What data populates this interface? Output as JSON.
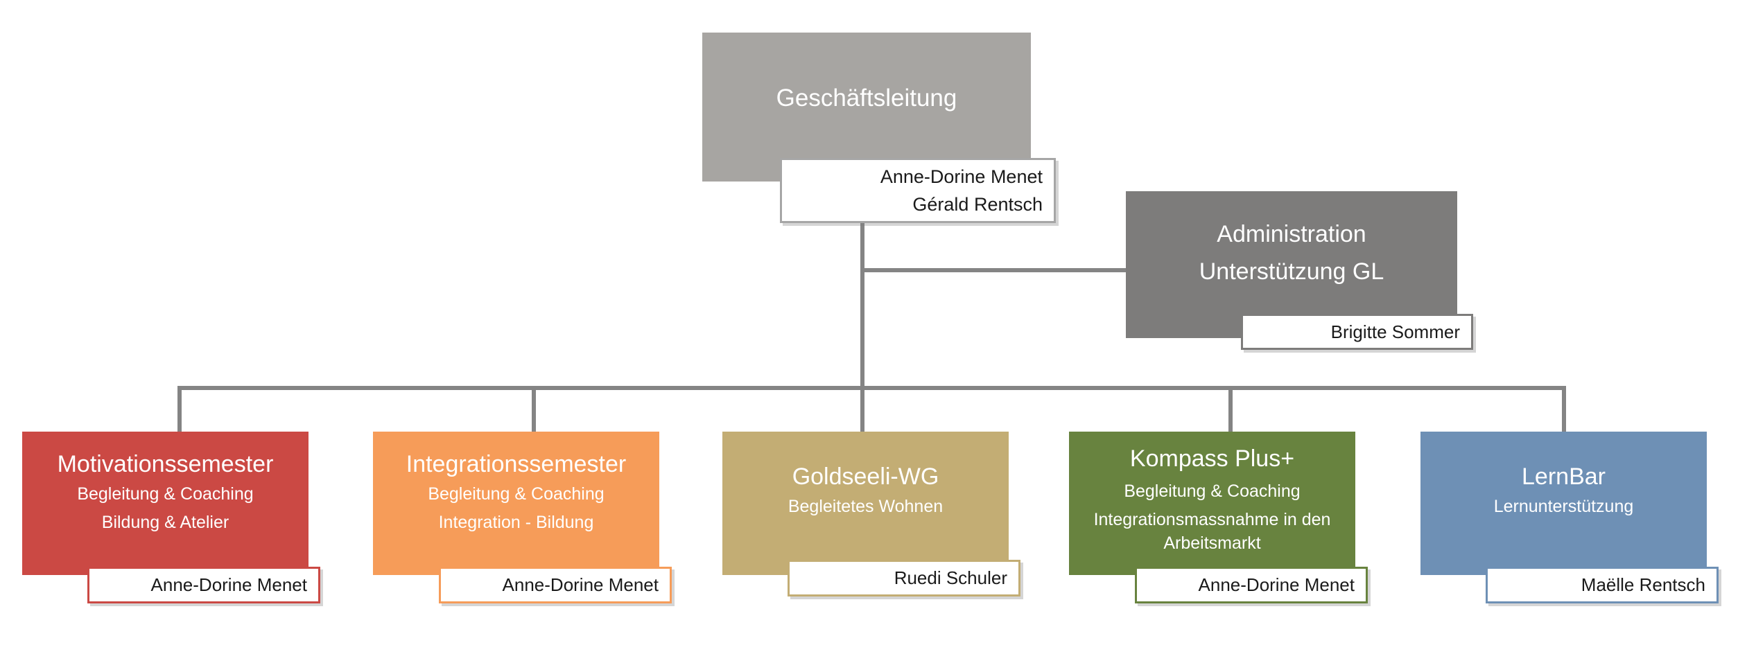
{
  "org_chart": {
    "colors": {
      "connector": "#848484",
      "text_on_color": "#ffffff",
      "name_text": "#1a1a1a",
      "root_name_border": "#a6a6a6"
    },
    "root": {
      "title": "Geschäftsleitung",
      "leads": [
        "Anne-Dorine Menet",
        "Gérald Rentsch"
      ],
      "color": "#a7a5a2"
    },
    "staff_unit": {
      "title_lines": [
        "Administration",
        "Unterstützung GL"
      ],
      "lead": "Brigitte Sommer",
      "color": "#7d7c7b"
    },
    "departments": [
      {
        "title": "Motivationssemester",
        "subtitles": [
          "Begleitung & Coaching",
          "Bildung  & Atelier"
        ],
        "lead": "Anne-Dorine Menet",
        "color": "#cb4944"
      },
      {
        "title": "Integrationssemester",
        "subtitles": [
          "Begleitung & Coaching",
          "Integration - Bildung"
        ],
        "lead": "Anne-Dorine Menet",
        "color": "#f69c59"
      },
      {
        "title": "Goldseeli-WG",
        "subtitles": [
          "Begleitetes Wohnen"
        ],
        "lead": "Ruedi Schuler",
        "color": "#c3ad74"
      },
      {
        "title": "Kompass Plus+",
        "subtitles": [
          "Begleitung & Coaching",
          "Integrationsmassnahme in den Arbeitsmarkt"
        ],
        "lead": "Anne-Dorine Menet",
        "color": "#68833f"
      },
      {
        "title": "LernBar",
        "subtitles": [
          "Lernunterstützung"
        ],
        "lead": "Maëlle Rentsch",
        "color": "#6e90b5"
      }
    ]
  }
}
